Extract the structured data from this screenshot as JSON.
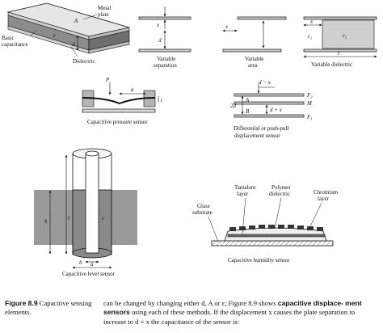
{
  "figure": {
    "basic": {
      "metal_plate": [
        "Metal",
        "plate"
      ],
      "basic_capacitance": [
        "Basic",
        "capacitance"
      ],
      "dielectric": "Dielectric",
      "area_symbol": "A",
      "eps_symbol": "ε",
      "d_symbol": "d"
    },
    "variable_separation": {
      "label": [
        "Variable",
        "separation"
      ],
      "x": "x",
      "d": "d"
    },
    "variable_area": {
      "label": [
        "Variable",
        "area"
      ],
      "x": "x"
    },
    "variable_dielectric": {
      "label": "Variable dielectric",
      "x": "x",
      "eps1": "ε₁",
      "eps2": "ε₂",
      "l": "l"
    },
    "pressure": {
      "caption": "Capacitive pressure sensor",
      "P": "P",
      "a": "a",
      "t": "t"
    },
    "differential": {
      "caption": [
        "Differential or push-pull",
        "displacement sensor"
      ],
      "dx_top": "d − x",
      "dx_bottom": "d + x",
      "two_d": "2d",
      "A": "A",
      "B": "B",
      "F1": "F₁",
      "F2": "F₂",
      "M": "M"
    },
    "level": {
      "caption": "Capacitive level sensor",
      "h": "h",
      "l": "l",
      "eps": "ε",
      "b": "b",
      "a": "a"
    },
    "humidity": {
      "caption": "Capacitive humidity sensor",
      "tantalum": [
        "Tantalum",
        "layer"
      ],
      "polymer": [
        "Polymer",
        "dielectric"
      ],
      "chromium": [
        "Chromium",
        "layer"
      ],
      "glass": [
        "Glass",
        "substrate"
      ]
    }
  },
  "caption": {
    "title_bold": "Figure 8.9",
    "title_rest": "Capacitive sensing elements.",
    "body_1": "can be changed by changing either d, A or ε; Figure 8.9 shows",
    "body_bold_1": "capacitive displace-",
    "body_bold_2": "ment sensors",
    "body_2": "using each of these methods. If the displacement x causes the plate",
    "body_3": "separation to increase to d + x the capacitance of the sensor is:"
  }
}
